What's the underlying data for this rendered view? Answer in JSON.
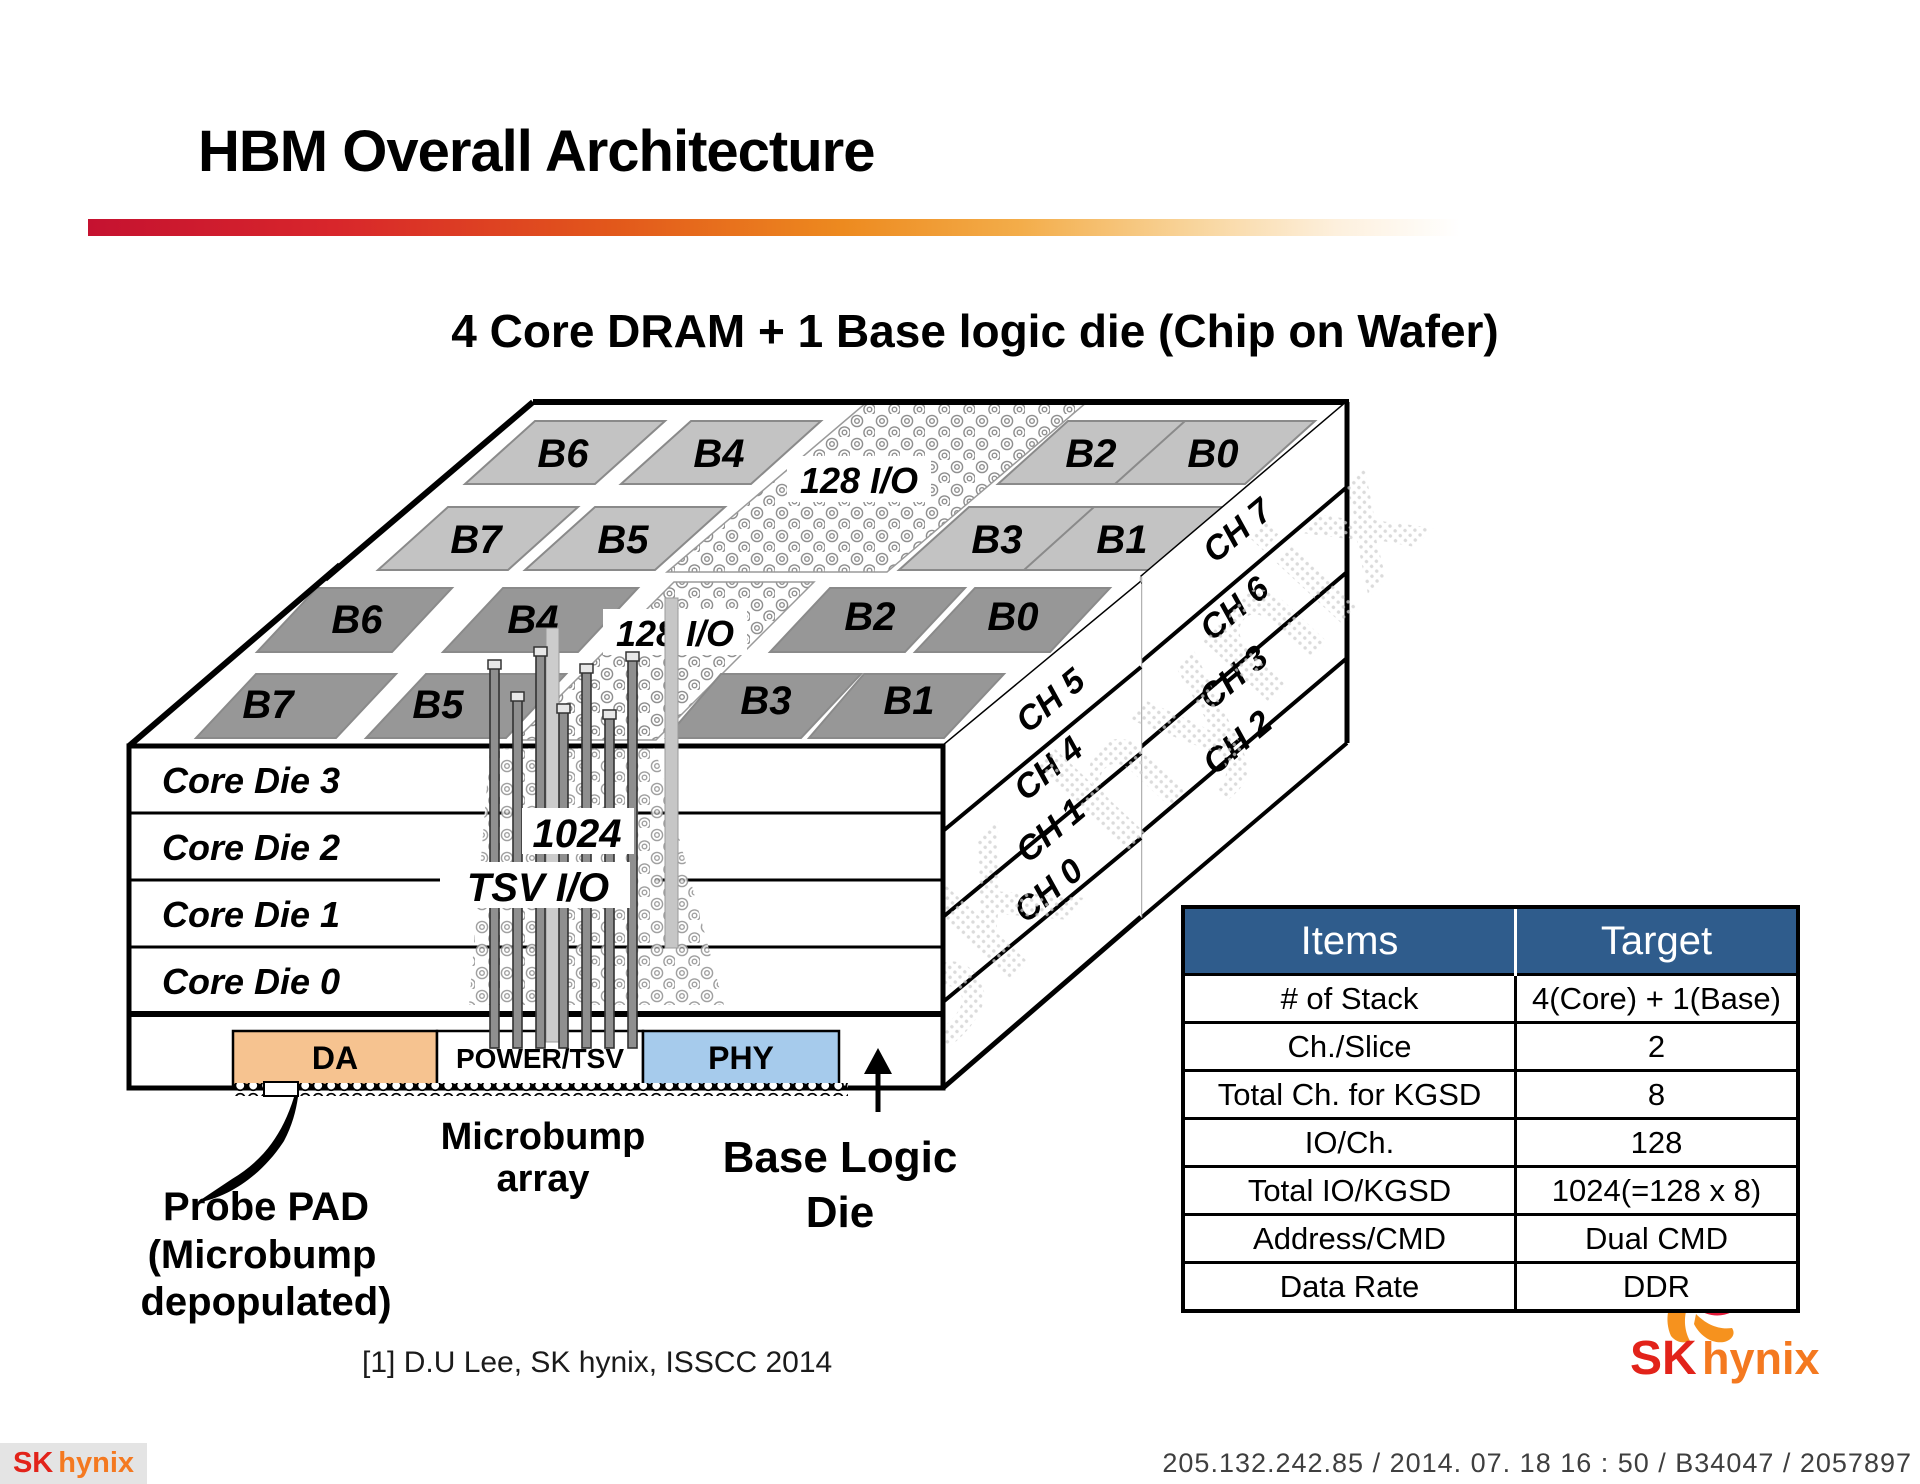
{
  "slide": {
    "title": "HBM Overall Architecture",
    "subtitle": "4 Core DRAM + 1 Base logic die (Chip on Wafer)",
    "citation": "[1] D.U Lee, SK hynix, ISSCC 2014"
  },
  "diagram": {
    "upper_die": {
      "banks_back": [
        "B6",
        "B4",
        "B2",
        "B0"
      ],
      "banks_front": [
        "B7",
        "B5",
        "B3",
        "B1"
      ],
      "io_label": "128 I/O",
      "channels": [
        "CH 7",
        "CH 6",
        "CH 3",
        "CH 2"
      ]
    },
    "lower_die": {
      "banks_back": [
        "B6",
        "B4",
        "B2",
        "B0"
      ],
      "banks_front": [
        "B7",
        "B5",
        "B3",
        "B1"
      ],
      "io_label": "128 I/O",
      "channels": [
        "CH 5",
        "CH 4",
        "CH 1",
        "CH 0"
      ]
    },
    "core_dies": [
      "Core Die 3",
      "Core Die 2",
      "Core Die 1",
      "Core Die 0"
    ],
    "tsv_count": "1024",
    "tsv_label": "TSV I/O",
    "base_blocks": {
      "da": "DA",
      "power": "POWER/TSV",
      "phy": "PHY"
    },
    "labels": {
      "microbump_1": "Microbump",
      "microbump_2": "array",
      "base_logic_1": "Base Logic",
      "base_logic_2": "Die",
      "probe_1": "Probe PAD",
      "probe_2": "(Microbump",
      "probe_3": "depopulated)"
    },
    "watermark": "SK hynix"
  },
  "table": {
    "headers": [
      "Items",
      "Target"
    ],
    "rows": [
      [
        "# of Stack",
        "4(Core) + 1(Base)"
      ],
      [
        "Ch./Slice",
        "2"
      ],
      [
        "Total Ch. for KGSD",
        "8"
      ],
      [
        "IO/Ch.",
        "128"
      ],
      [
        "Total IO/KGSD",
        "1024(=128 x 8)"
      ],
      [
        "Address/CMD",
        "Dual CMD"
      ],
      [
        "Data Rate",
        "DDR"
      ]
    ]
  },
  "branding": {
    "logo_sk": "SK",
    "logo_hynix": "hynix"
  },
  "footer": {
    "stamp": "205.132.242.85 / 2014. 07. 18  16 : 50 / B34047 / 2057897"
  },
  "colors": {
    "accent_red": "#C51230",
    "accent_orange": "#E87722",
    "table_header_bg": "#2F5C8C",
    "da_fill": "#F6C390",
    "phy_fill": "#A6CBEC",
    "bank_light": "#C3C3C3",
    "bank_dark": "#979797",
    "sk_red": "#E2231A",
    "sk_orange": "#F47920"
  }
}
